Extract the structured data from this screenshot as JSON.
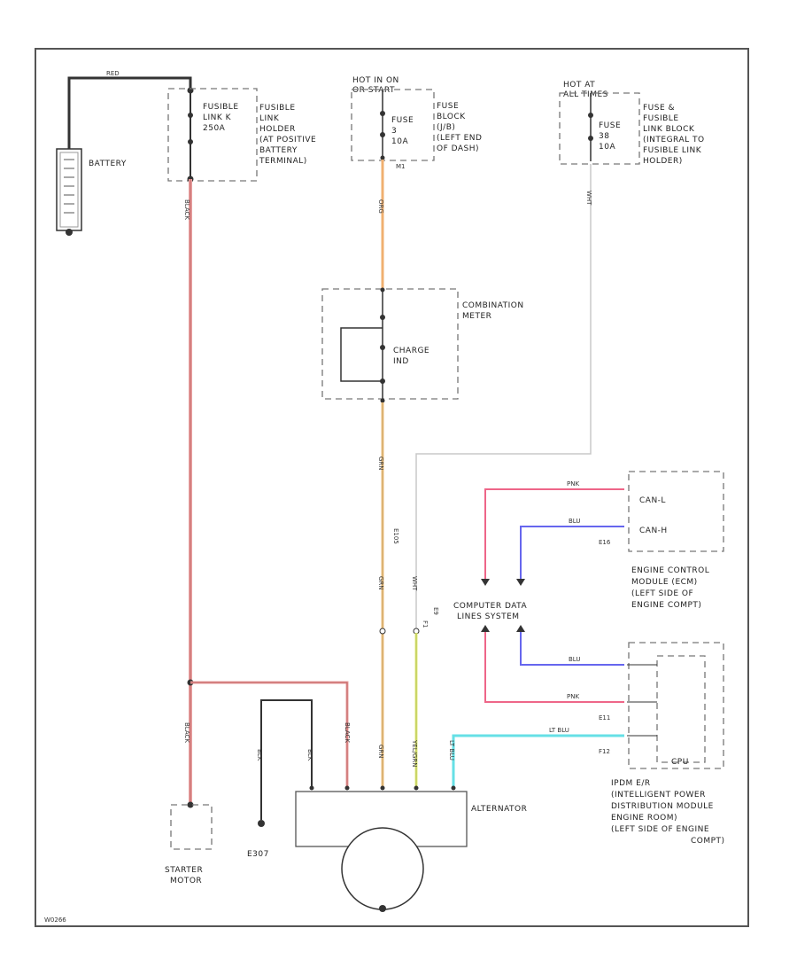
{
  "colors": {
    "frame": "#555555",
    "black_wire": "#333333",
    "red_wire": "#e8a0a0",
    "orange_wire": "#f0b070",
    "yellow_wire": "#e6ee80",
    "pink_wire": "#ee6688",
    "blue_wire": "#6666ee",
    "light_blue_wire": "#66e0e6",
    "gray_wire": "#c8c8c8"
  },
  "labels": {
    "battery": "BATTERY",
    "fusible_link": [
      "FUSIBLE",
      "LINK",
      "HOLDER",
      "(AT POSITIVE",
      "BATTERY",
      "TERMINAL)"
    ],
    "fusible_link_rating": [
      "FUSIBLE",
      "LINK K",
      "250A"
    ],
    "hot_run_start": [
      "HOT IN ON",
      "OR START"
    ],
    "fuse_block": [
      "FUSE",
      "BLOCK",
      "(J/B)",
      "(LEFT END",
      "OF DASH)"
    ],
    "fuse_10a": [
      "FUSE",
      "3",
      "10A"
    ],
    "hot_at_all_times": [
      "HOT AT",
      "ALL TIMES"
    ],
    "fuse_fusible_link_block": [
      "FUSE &",
      "FUSIBLE",
      "LINK BLOCK",
      "(INTEGRAL TO",
      "FUSIBLE LINK",
      "HOLDER)"
    ],
    "fuse_38": [
      "FUSE",
      "38",
      "10A"
    ],
    "combination_meter": [
      "COMBINATION",
      "METER"
    ],
    "charge_ind": [
      "CHARGE",
      "IND"
    ],
    "cdl_system": [
      "COMPUTER DATA",
      "LINES SYSTEM"
    ],
    "ecm": [
      "ENGINE CONTROL",
      "MODULE (ECM)",
      "(LEFT SIDE OF",
      "ENGINE COMPT)"
    ],
    "ecm_canl": "CAN-L",
    "ecm_canh": "CAN-H",
    "ipdm": [
      "IPDM E/R",
      "(INTELLIGENT POWER",
      "DISTRIBUTION MODULE",
      "ENGINE ROOM)",
      "(LEFT SIDE OF ENGINE",
      "COMPT)"
    ],
    "cpu": "CPU",
    "alternator": "ALTERNATOR",
    "starter_motor": [
      "STARTER",
      "MOTOR"
    ],
    "ground_e307": "E307",
    "connector_e16": "E16",
    "connector_e11": "E11",
    "connector_f12": "F12",
    "connector_e9": "E9",
    "connector_m1": "M1",
    "connector_f1": "F1",
    "connector_e105": "E105",
    "wire_red": "RED",
    "wire_black": "BLACK",
    "wire_blk": "BLK",
    "wire_org": "ORG",
    "wire_grn": "GRN",
    "wire_wht": "WHT",
    "wire_pnk": "PNK",
    "wire_blu": "BLU",
    "wire_lt_blu": "LT BLU",
    "wire_yel_grn": "YEL/GRN",
    "fig_id": "W0266"
  }
}
